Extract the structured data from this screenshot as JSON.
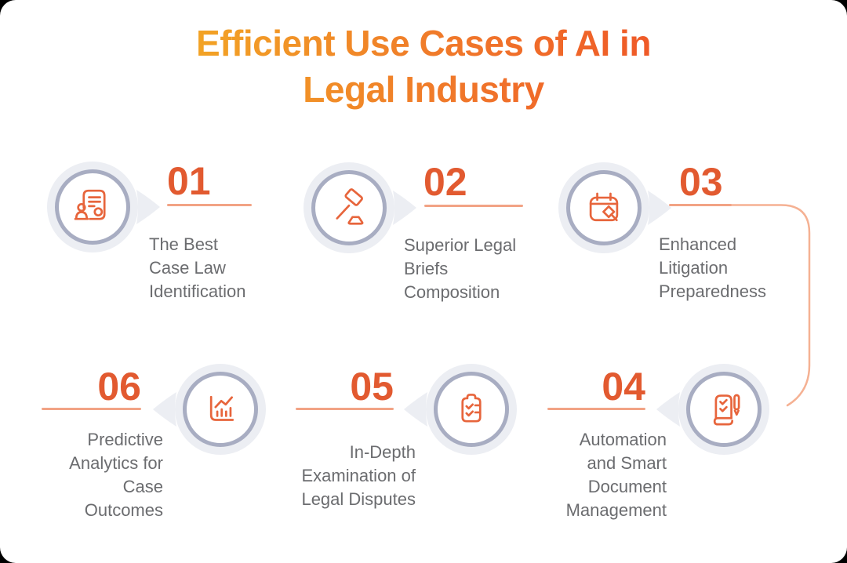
{
  "title": "Efficient Use Cases of AI in\nLegal Industry",
  "colors": {
    "title_gradient_start": "#F2A325",
    "title_gradient_end": "#EF5A28",
    "number_orange": "#E25A30",
    "icon_orange": "#E7653C",
    "underline_peach": "#F2A385",
    "connector_peach": "#F5B193",
    "badge_halo": "#ECEEF3",
    "badge_ring": "#A8ADC2",
    "body_text": "#6B6C6F",
    "background": "#FFFFFF"
  },
  "items": [
    {
      "number": "01",
      "label": "The Best\nCase Law\nIdentification",
      "icon": "case-law-document-icon"
    },
    {
      "number": "02",
      "label": "Superior Legal\nBriefs\nComposition",
      "icon": "gavel-icon"
    },
    {
      "number": "03",
      "label": "Enhanced\nLitigation\nPreparedness",
      "icon": "calendar-pin-icon"
    },
    {
      "number": "04",
      "label": "Automation\nand Smart\nDocument\nManagement",
      "icon": "smart-document-pen-icon"
    },
    {
      "number": "05",
      "label": "In-Depth\nExamination of\nLegal Disputes",
      "icon": "checklist-clipboard-icon"
    },
    {
      "number": "06",
      "label": "Predictive\nAnalytics for\nCase\nOutcomes",
      "icon": "predictive-analytics-icon"
    }
  ]
}
